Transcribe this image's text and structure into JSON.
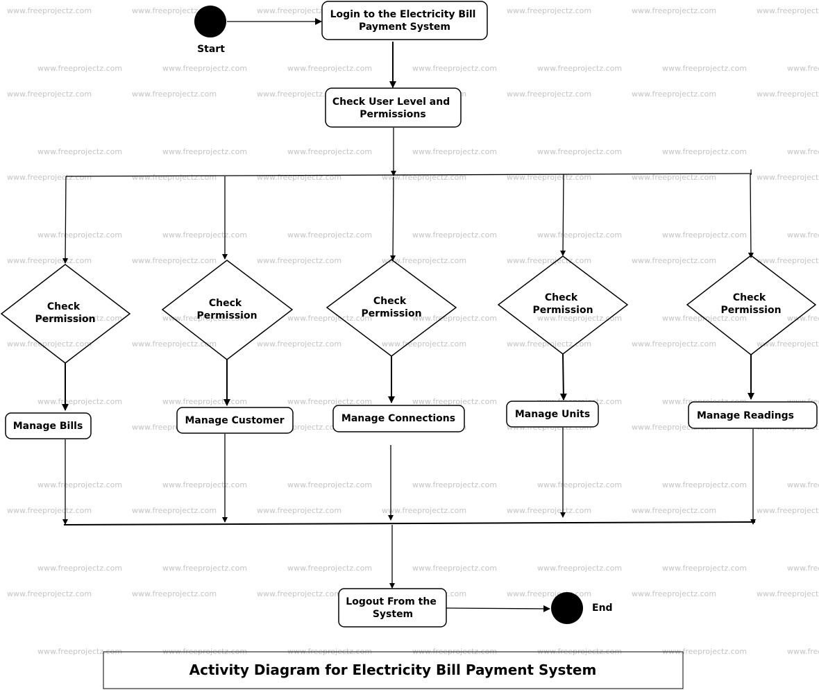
{
  "watermark_text": "www.freeprojectz.com",
  "diagram": {
    "title": "Activity Diagram for Electricity Bill Payment System",
    "start_label": "Start",
    "end_label": "End",
    "login": [
      "Login to the Electricity Bill",
      "Payment System"
    ],
    "check_user": [
      "Check User Level and",
      "Permissions"
    ],
    "decisions": [
      [
        "Check",
        "Permission"
      ],
      [
        "Check",
        "Permission"
      ],
      [
        "Check",
        "Permission"
      ],
      [
        "Check",
        "Permission"
      ],
      [
        "Check",
        "Permission"
      ]
    ],
    "actions": [
      "Manage Bills",
      "Manage Customer",
      "Manage Connections",
      "Manage Units",
      "Manage Readings"
    ],
    "logout": [
      "Logout From the",
      "System"
    ]
  }
}
